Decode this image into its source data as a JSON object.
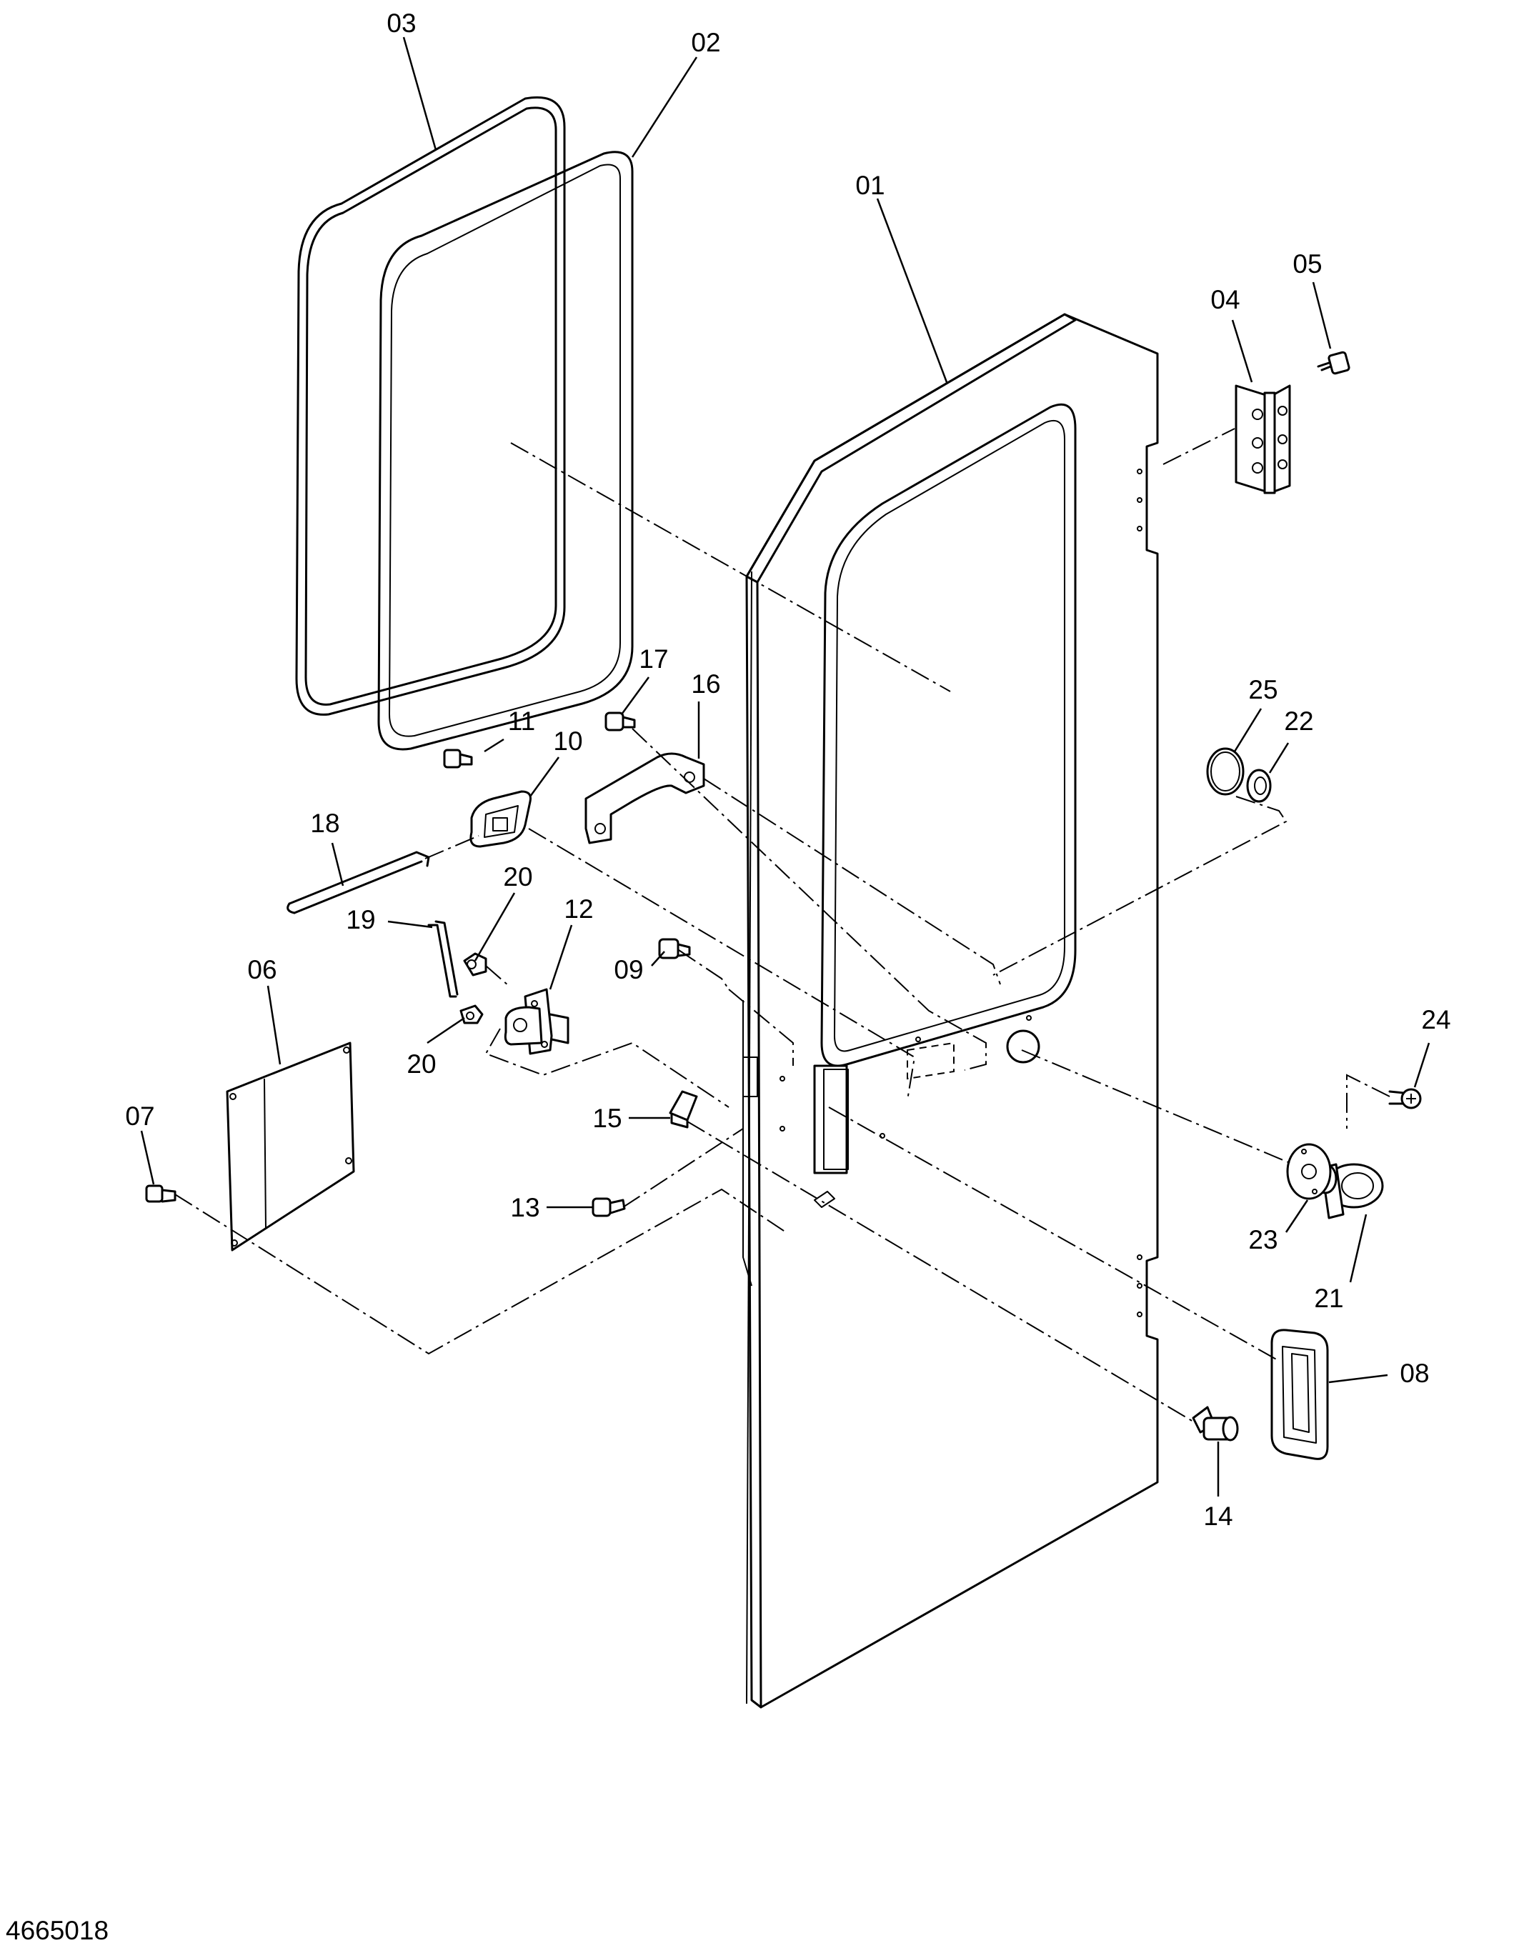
{
  "drawing_number": "4665018",
  "parts": [
    {
      "id": "01",
      "label": "01"
    },
    {
      "id": "02",
      "label": "02"
    },
    {
      "id": "03",
      "label": "03"
    },
    {
      "id": "04",
      "label": "04"
    },
    {
      "id": "05",
      "label": "05"
    },
    {
      "id": "06",
      "label": "06"
    },
    {
      "id": "07",
      "label": "07"
    },
    {
      "id": "08",
      "label": "08"
    },
    {
      "id": "09",
      "label": "09"
    },
    {
      "id": "10",
      "label": "10"
    },
    {
      "id": "11",
      "label": "11"
    },
    {
      "id": "12",
      "label": "12"
    },
    {
      "id": "13",
      "label": "13"
    },
    {
      "id": "14",
      "label": "14"
    },
    {
      "id": "15",
      "label": "15"
    },
    {
      "id": "16",
      "label": "16"
    },
    {
      "id": "17",
      "label": "17"
    },
    {
      "id": "18",
      "label": "18"
    },
    {
      "id": "19",
      "label": "19"
    },
    {
      "id": "20a",
      "label": "20"
    },
    {
      "id": "20b",
      "label": "20"
    },
    {
      "id": "21",
      "label": "21"
    },
    {
      "id": "22",
      "label": "22"
    },
    {
      "id": "23",
      "label": "23"
    },
    {
      "id": "24",
      "label": "24"
    },
    {
      "id": "25",
      "label": "25"
    }
  ]
}
